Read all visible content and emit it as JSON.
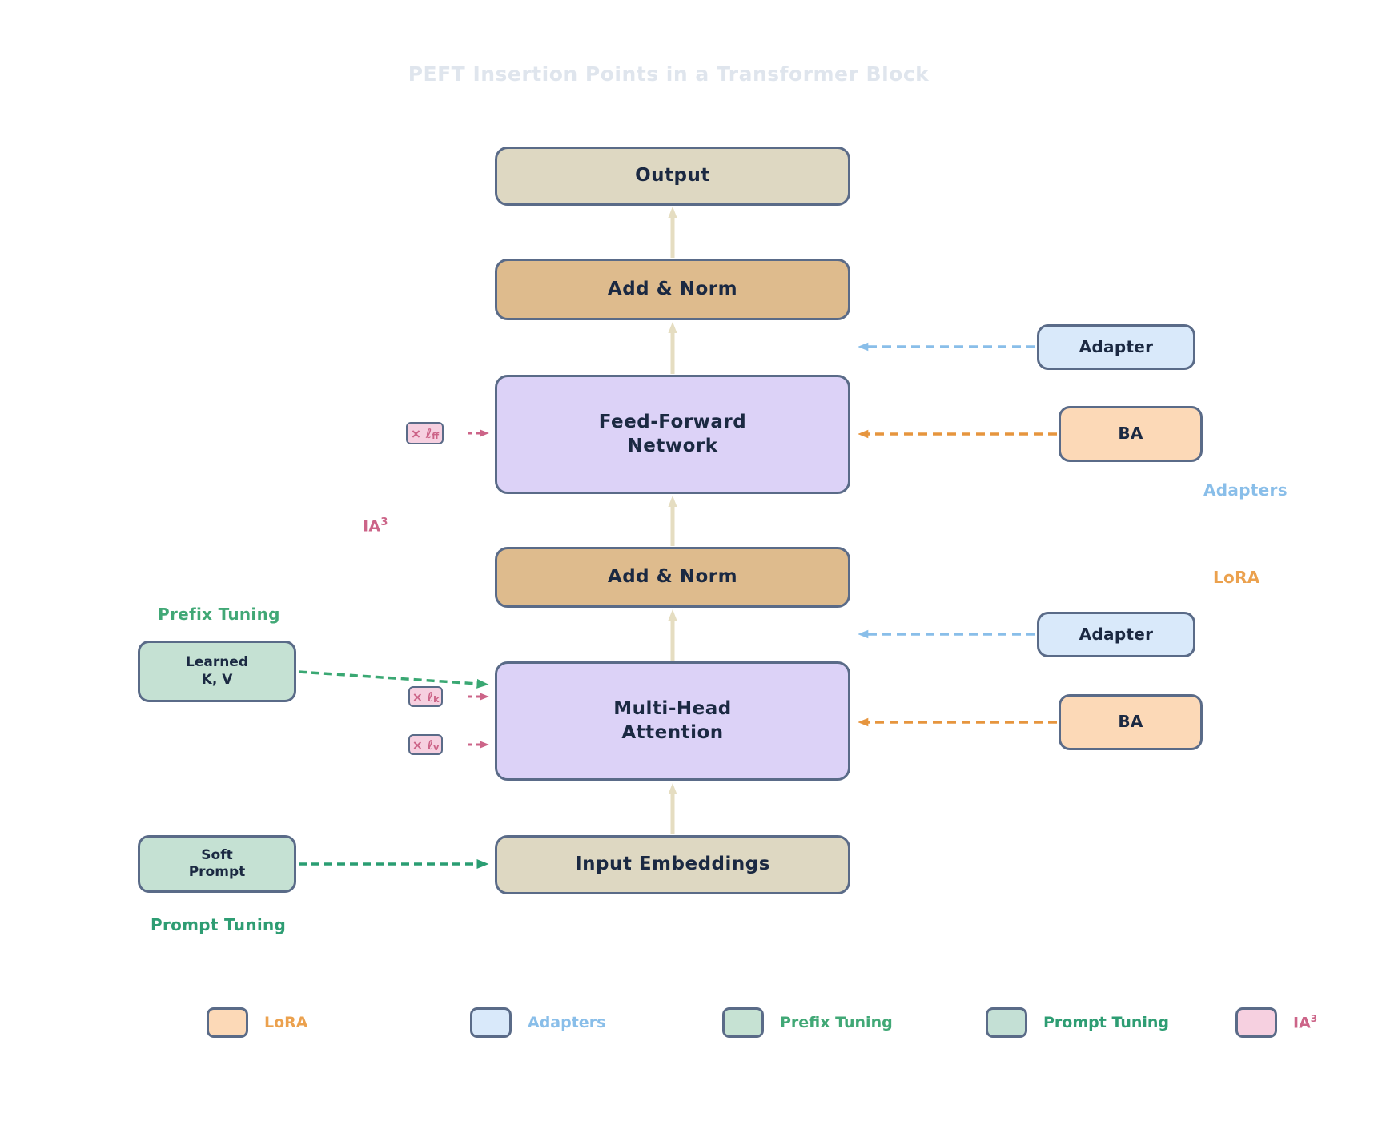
{
  "title": "PEFT Insertion Points in a Transformer Block",
  "blocks": {
    "output": "Output",
    "add_norm_top": "Add & Norm",
    "ffn_line1": "Feed-Forward",
    "ffn_line2": "Network",
    "add_norm_bottom": "Add & Norm",
    "mha_line1": "Multi-Head",
    "mha_line2": "Attention",
    "input": "Input Embeddings"
  },
  "right": {
    "adapter_top": "Adapter",
    "ba_top": "BA",
    "adapter_bottom": "Adapter",
    "ba_bottom": "BA",
    "adapters_label": "Adapters",
    "lora_label": "LoRA"
  },
  "left": {
    "prefix_label": "Prefix Tuning",
    "learned_line1": "Learned",
    "learned_line2": "K, V",
    "soft_line1": "Soft",
    "soft_line2": "Prompt",
    "prompt_label": "Prompt Tuning",
    "ia3_base": "IA",
    "ia3_sup": "3",
    "badge_ff_prefix": "× ℓ",
    "badge_ff_sub": "ff",
    "badge_k_prefix": "× ℓ",
    "badge_k_sub": "k",
    "badge_v_prefix": "× ℓ",
    "badge_v_sub": "v"
  },
  "legend": {
    "items": [
      {
        "label": "LoRA",
        "swatch": "#fcd9b7",
        "text_color": "#eba14e",
        "sup": ""
      },
      {
        "label": "Adapters",
        "swatch": "#d9e9fa",
        "text_color": "#89bee9",
        "sup": ""
      },
      {
        "label": "Prefix Tuning",
        "swatch": "#c6e2d3",
        "text_color": "#41a876",
        "sup": ""
      },
      {
        "label": "Prompt Tuning",
        "swatch": "#c4e0d5",
        "text_color": "#2e9d73",
        "sup": ""
      },
      {
        "label": "IA",
        "swatch": "#f6d0e0",
        "text_color": "#cc6488",
        "sup": "3"
      }
    ]
  },
  "colors": {
    "border_slate": "#5a6b88",
    "text_navy": "#1b2942",
    "base_fill": "#ded8c2",
    "norm_fill": "#debb8d",
    "attention_fill": "#dcd2f7",
    "adapter_fill": "#d9e9fa",
    "lora_fill": "#fcd9b7",
    "prefix_fill": "#c5e1d3",
    "ia3_fill": "#f6d0e0",
    "flow_arrow": "#e5ddc1",
    "adapters_accent": "#89bee9",
    "lora_accent": "#e6953e",
    "prefix_accent": "#3aa873",
    "prompt_accent": "#2a9d72",
    "ia3_accent": "#cc6488",
    "title_color": "#dfe5ed"
  }
}
